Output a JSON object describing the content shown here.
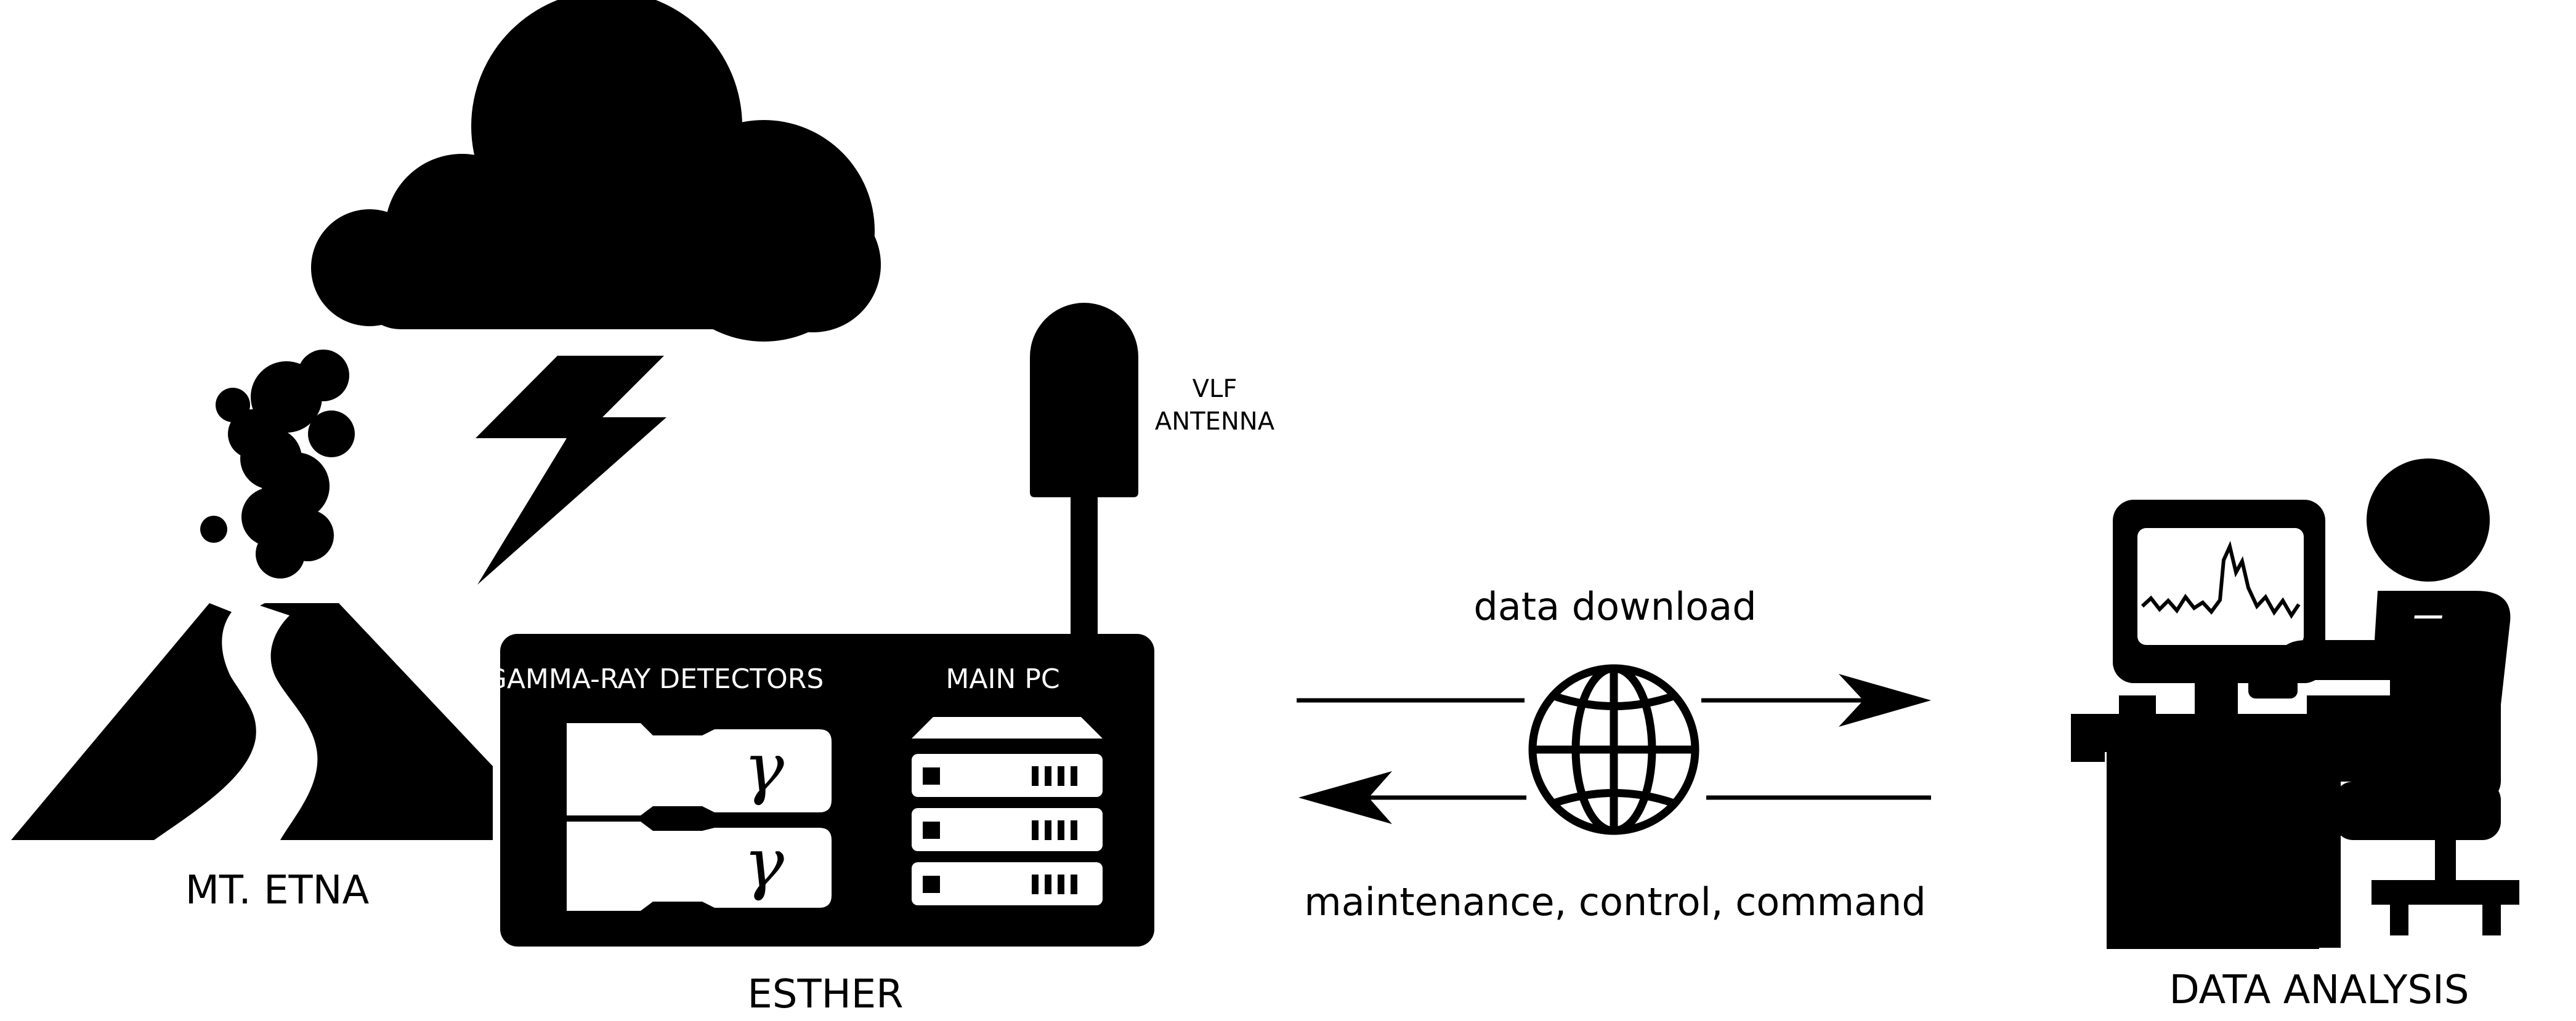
{
  "labels": {
    "volcano": "MT. ETNA",
    "station": "ESTHER",
    "analysis": "DATA ANALYSIS",
    "detectors": "GAMMA-RAY DETECTORS",
    "main_pc": "MAIN PC",
    "antenna_line1": "VLF",
    "antenna_line2": "ANTENNA",
    "downlink": "data download",
    "uplink": "maintenance, control, command",
    "gamma_symbol": "γ"
  },
  "icons": {
    "cloud": "cloud-icon",
    "lightning": "lightning-bolt-icon",
    "volcano": "volcano-icon",
    "antenna": "antenna-icon",
    "globe": "globe-icon",
    "operator": "operator-workstation-icon"
  },
  "colors": {
    "ink": "#000000",
    "paper": "#ffffff"
  }
}
